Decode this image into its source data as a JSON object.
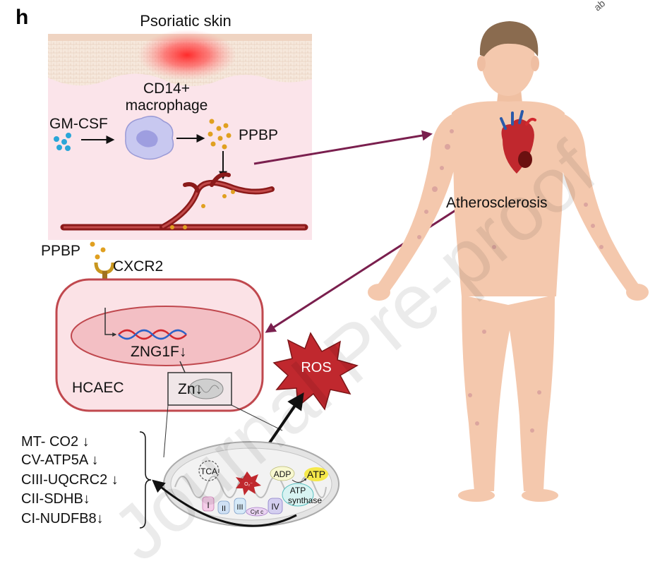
{
  "panel_label": "h",
  "top_cut_text": "ab",
  "psoriatic_skin": "Psoriatic skin",
  "cd14_line1": "CD14+",
  "cd14_line2": "macrophage",
  "gm_csf": "GM-CSF",
  "ppbp_top": "PPBP",
  "ppbp_receptor": "PPBP",
  "cxcr2": "CXCR2",
  "atherosclerosis": "Atherosclerosis",
  "zng1f": "ZNG1F↓",
  "hcaec": "HCAEC",
  "zn": "Zn↓",
  "ros": "ROS",
  "proteins": [
    "MT- CO2 ↓",
    "CV-ATP5A ↓",
    "CIII-UQCRC2 ↓",
    "CII-SDHB↓",
    "CI-NUDFB8↓"
  ],
  "mito": {
    "tca": "TCA",
    "o2": "O₂⁻",
    "adp": "ADP",
    "atp": "ATP",
    "atp_synthase_1": "ATP",
    "atp_synthase_2": "synthase",
    "complex_1": "I",
    "complex_2": "II",
    "complex_3": "III",
    "cytc": "Cyt c",
    "complex_4": "IV"
  },
  "watermark": "Journal Pre-proof",
  "colors": {
    "arrow_maroon": "#7a1f4e",
    "ros_red": "#c0282e",
    "cell_border": "#c0484e",
    "skin_tone": "#f4c8ad",
    "vessel": "#8b1a1a"
  }
}
